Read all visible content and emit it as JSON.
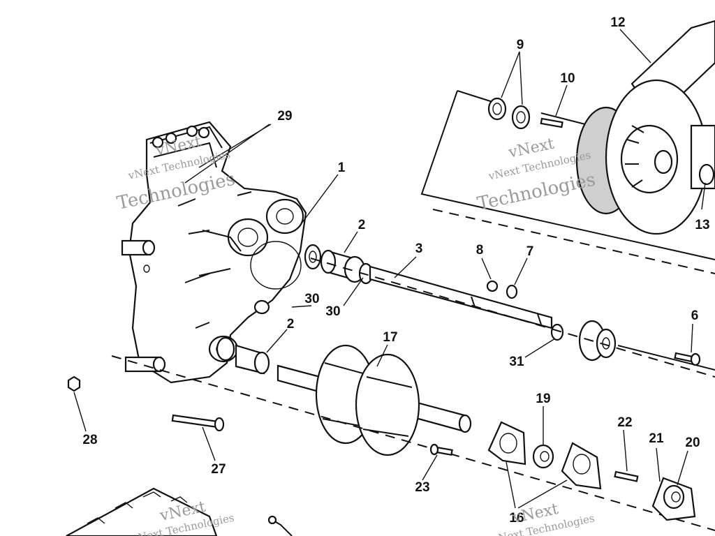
{
  "watermark": {
    "line1": "vNext",
    "line2": "vNext Technologies",
    "line3": "Technologies"
  },
  "callouts": [
    "1",
    "2",
    "2",
    "3",
    "6",
    "7",
    "8",
    "9",
    "10",
    "12",
    "13",
    "16",
    "17",
    "19",
    "20",
    "21",
    "22",
    "23",
    "27",
    "28",
    "29",
    "30",
    "30",
    "31"
  ]
}
